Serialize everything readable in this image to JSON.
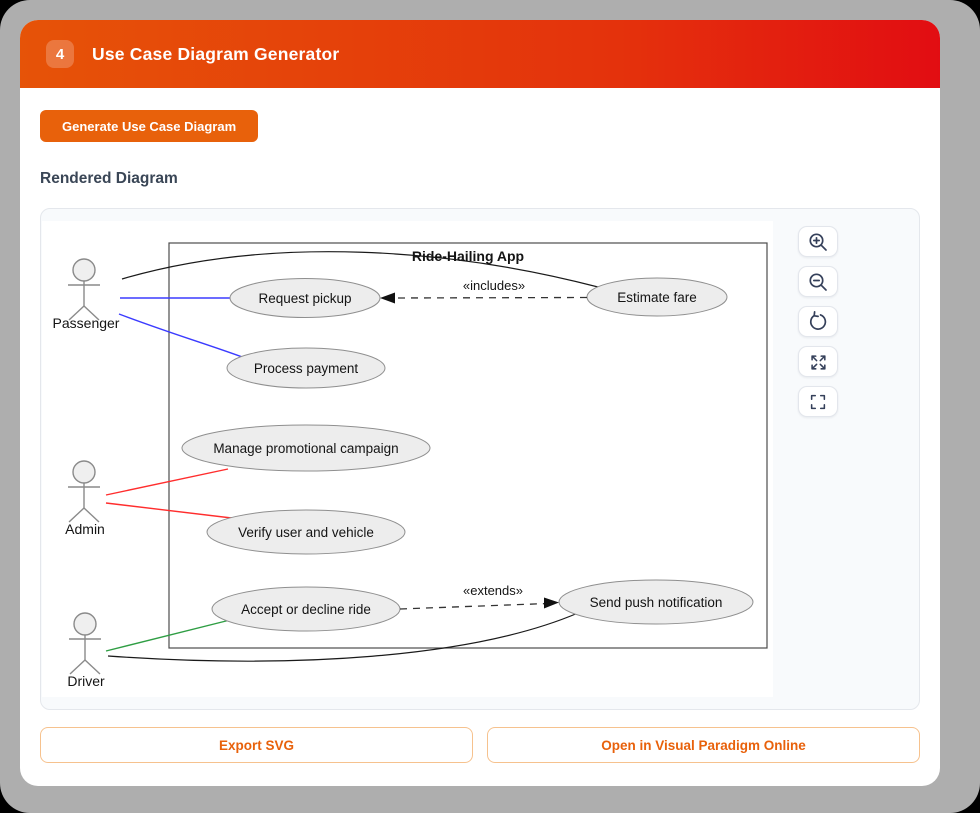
{
  "header": {
    "badge": "4",
    "title": "Use Case Diagram Generator"
  },
  "actions": {
    "generate_label": "Generate Use Case Diagram"
  },
  "section": {
    "rendered_label": "Rendered Diagram"
  },
  "diagram": {
    "system_title": "Ride-Hailing App",
    "actors": [
      {
        "name": "Passenger"
      },
      {
        "name": "Admin"
      },
      {
        "name": "Driver"
      }
    ],
    "use_cases": [
      "Request pickup",
      "Estimate fare",
      "Process payment",
      "Manage promotional campaign",
      "Verify user and vehicle",
      "Accept or decline ride",
      "Send push notification"
    ],
    "relationships": [
      {
        "from": "Passenger",
        "to": "Request pickup",
        "type": "association",
        "color": "#3b3bff"
      },
      {
        "from": "Passenger",
        "to": "Process payment",
        "type": "association",
        "color": "#3b3bff"
      },
      {
        "from": "Passenger",
        "to": "Estimate fare",
        "type": "association",
        "color": "#1a1a1a"
      },
      {
        "from": "Admin",
        "to": "Manage promotional campaign",
        "type": "association",
        "color": "#ff2d2d"
      },
      {
        "from": "Admin",
        "to": "Verify user and vehicle",
        "type": "association",
        "color": "#ff2d2d"
      },
      {
        "from": "Driver",
        "to": "Accept or decline ride",
        "type": "association",
        "color": "#2f9e44"
      },
      {
        "from": "Driver",
        "to": "Send push notification",
        "type": "association",
        "color": "#1a1a1a"
      },
      {
        "from": "Estimate fare",
        "to": "Request pickup",
        "type": "include",
        "label": "«includes»"
      },
      {
        "from": "Accept or decline ride",
        "to": "Send push notification",
        "type": "extend",
        "label": "«extends»"
      }
    ]
  },
  "controls": {
    "icons": [
      "zoom-in",
      "zoom-out",
      "reset-view",
      "expand-arrows",
      "fullscreen"
    ]
  },
  "footer": {
    "export_label": "Export SVG",
    "open_label": "Open in Visual Paradigm Online"
  },
  "colors": {
    "header_gradient_start": "#e65308",
    "header_gradient_end": "#e20d12",
    "accent": "#e8610b",
    "passenger_line": "#3b3bff",
    "admin_line": "#ff2d2d",
    "driver_line": "#2f9e44",
    "ellipse_fill": "#ededed",
    "ellipse_stroke": "#8f8f8f"
  }
}
